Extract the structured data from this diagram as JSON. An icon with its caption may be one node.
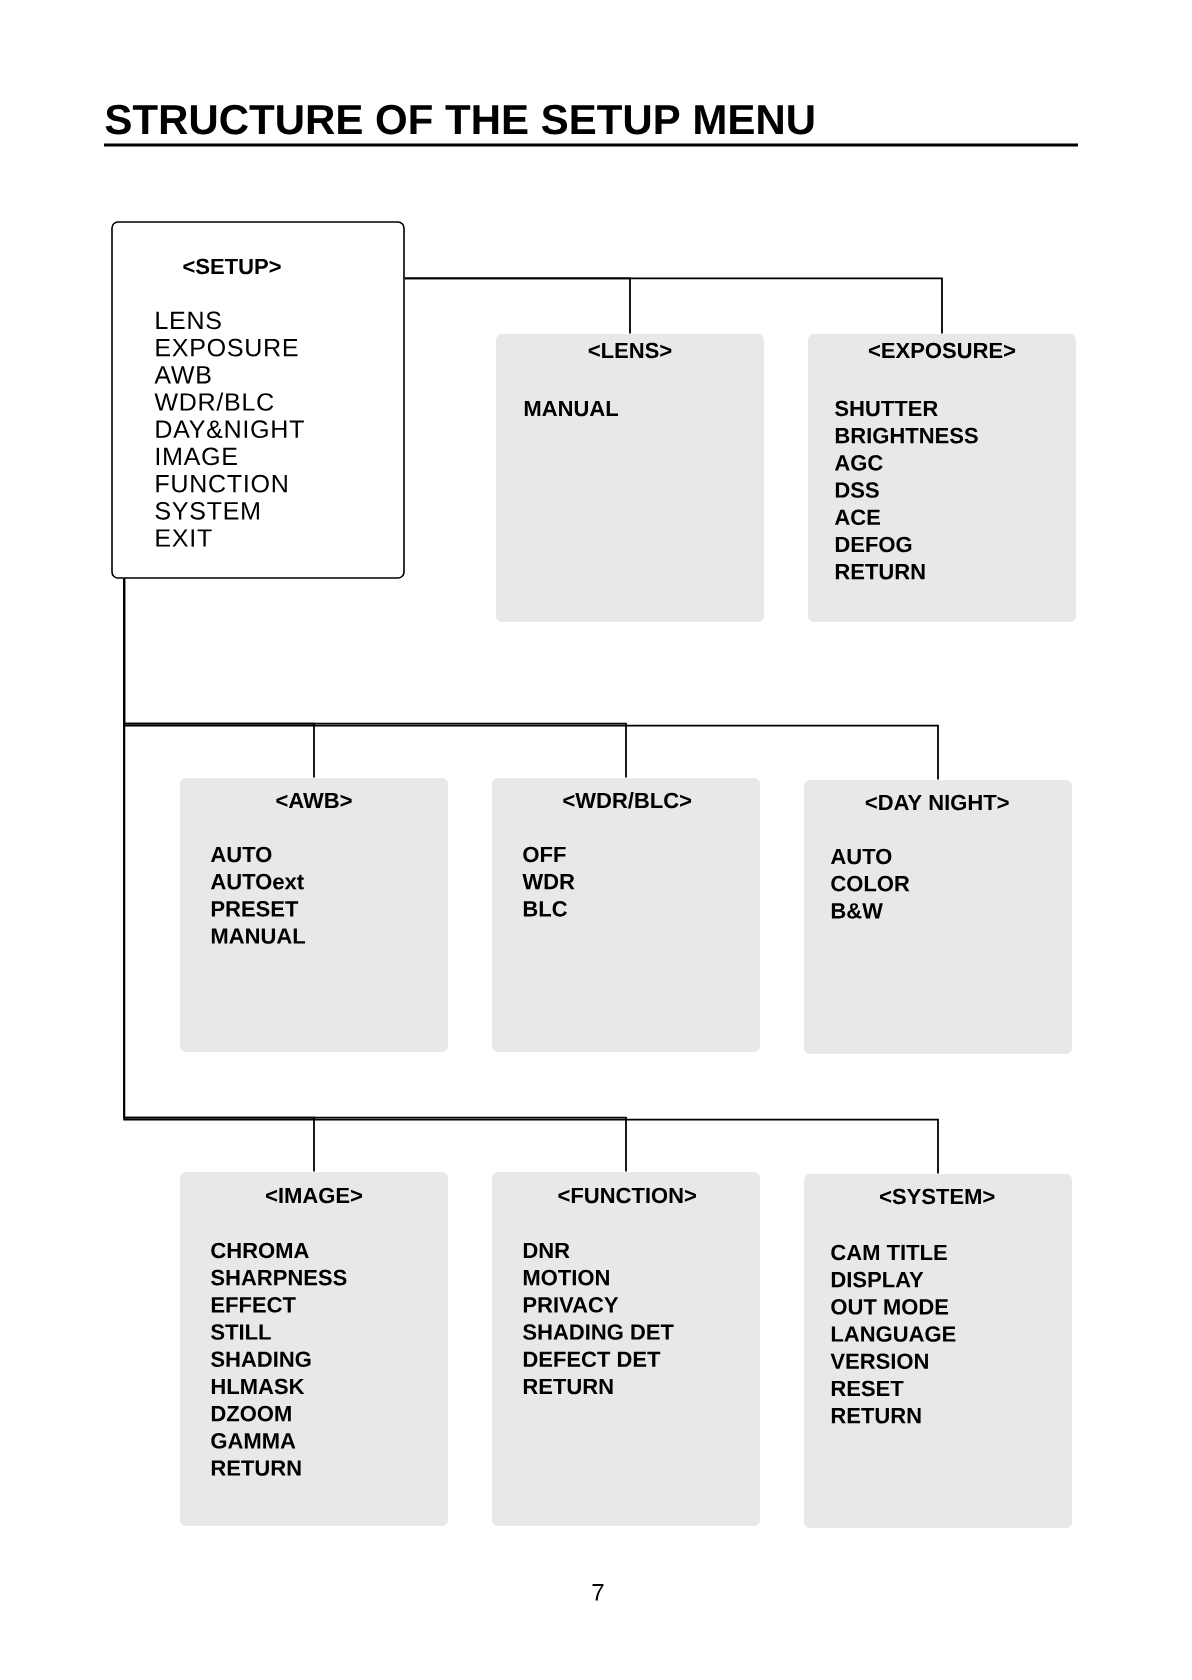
{
  "diagram": {
    "title": "STRUCTURE OF THE SETUP MENU",
    "nodes": [
      {
        "text": [
          "<SETUP>",
          "LENS",
          "EXPOSURE",
          "AWB",
          "WDR/BLC",
          "DAY&NIGHT",
          "IMAGE",
          "FUNCTION",
          "SYSTEM",
          "EXIT"
        ]
      },
      {
        "text": [
          "<LENS>",
          "MANUAL"
        ]
      },
      {
        "text": [
          "<EXPOSURE>",
          "SHUTTER",
          "BRIGHTNESS",
          "AGC",
          "DSS",
          "ACE",
          "DEFOG",
          "RETURN"
        ]
      },
      {
        "text": [
          "<AWB>",
          "AUTO",
          "AUTOext",
          "PRESET",
          "MANUAL"
        ]
      },
      {
        "text": [
          "<WDR/BLC>",
          "OFF",
          "WDR",
          "BLC"
        ]
      },
      {
        "text": [
          "<DAY NIGHT>",
          "AUTO",
          "COLOR",
          "B&W"
        ]
      },
      {
        "text": [
          "<IMAGE>",
          "CHROMA",
          "SHARPNESS",
          "EFFECT",
          "STILL",
          "SHADING",
          "HLMASK",
          "DZOOM",
          "GAMMA",
          "RETURN"
        ]
      },
      {
        "text": [
          "<FUNCTION>",
          "DNR",
          "MOTION",
          "PRIVACY",
          "SHADING DET",
          "DEFECT DET",
          "RETURN"
        ]
      },
      {
        "text": [
          "<SYSTEM>",
          "CAM TITLE",
          "DISPLAY",
          "OUT MODE",
          "LANGUAGE",
          "VERSION",
          "RESET",
          "RETURN"
        ]
      }
    ],
    "edges": [
      {
        "from": 0,
        "to": 1,
        "arrow": "none"
      },
      {
        "from": 0,
        "to": 2,
        "arrow": "none"
      },
      {
        "from": 0,
        "to": 3,
        "arrow": "none"
      },
      {
        "from": 0,
        "to": 4,
        "arrow": "none"
      },
      {
        "from": 0,
        "to": 5,
        "arrow": "none"
      },
      {
        "from": 0,
        "to": 6,
        "arrow": "none"
      },
      {
        "from": 0,
        "to": 7,
        "arrow": "none"
      },
      {
        "from": 0,
        "to": 8,
        "arrow": "none"
      }
    ],
    "labels": [
      "7"
    ]
  }
}
